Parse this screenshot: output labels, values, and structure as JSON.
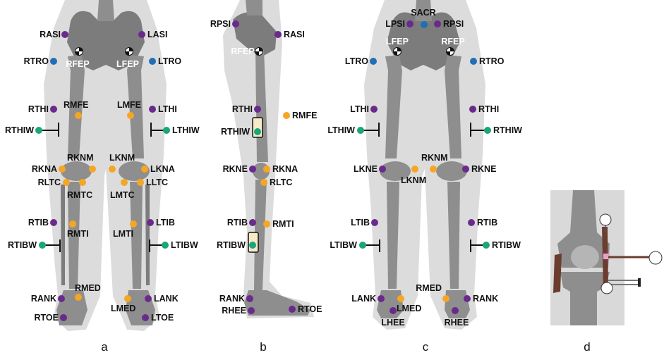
{
  "panels": [
    {
      "id": "a",
      "label": "a"
    },
    {
      "id": "b",
      "label": "b"
    },
    {
      "id": "c",
      "label": "c"
    },
    {
      "id": "d",
      "label": "d"
    }
  ],
  "colors": {
    "purple": "#6a2a8c",
    "orange": "#f5a623",
    "blue": "#1f6fb5",
    "green": "#1aa57a",
    "silhouette": "#dcdcdc",
    "bone": "#8e8e8e",
    "wand": "#f6eac8"
  },
  "markers": {
    "a": [
      "RASI",
      "LASI",
      "RTRO",
      "LTRO",
      "RFEP",
      "LFEP",
      "RTHI",
      "RMFE",
      "LMFE",
      "LTHI",
      "RTHIW",
      "LTHIW",
      "RKNM",
      "RKNA",
      "LKNM",
      "LKNA",
      "RLTC",
      "RMTC",
      "LMTC",
      "LLTC",
      "RTIB",
      "RMTI",
      "LMTI",
      "LTIB",
      "RTIBW",
      "LTIBW",
      "RMED",
      "RANK",
      "LMED",
      "LANK",
      "RTOE",
      "LTOE"
    ],
    "b": [
      "RPSI",
      "RASI",
      "RFEP",
      "RTHI",
      "RMFE",
      "RTHIW",
      "RKNE",
      "RKNA",
      "RLTC",
      "RTIB",
      "RMTI",
      "RTIBW",
      "RANK",
      "RHEE",
      "RTOE"
    ],
    "c": [
      "SACR",
      "LPSI",
      "RPSI",
      "LFEP",
      "RFEP",
      "LTRO",
      "RTRO",
      "LTHI",
      "RTHI",
      "LTHIW",
      "RTHIW",
      "RKNM",
      "LKNE",
      "LKNM",
      "RKNE",
      "LTIB",
      "RTIB",
      "LTIBW",
      "RTIBW",
      "LANK",
      "LMED",
      "RMED",
      "RANK",
      "LHEE",
      "RHEE"
    ]
  }
}
